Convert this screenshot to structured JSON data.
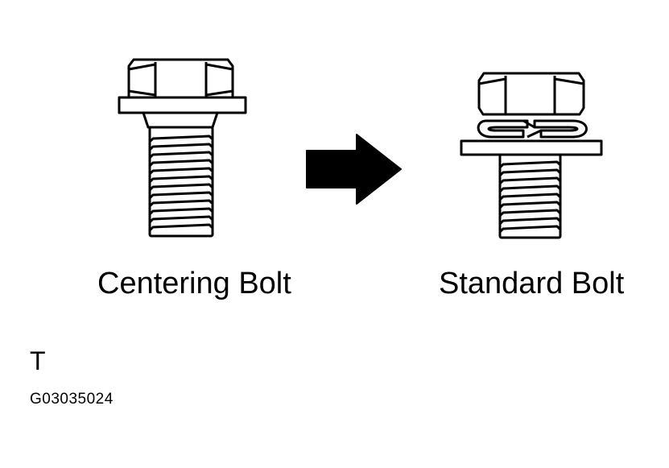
{
  "labels": {
    "left_bolt": "Centering Bolt",
    "right_bolt": "Standard Bolt",
    "marker": "T",
    "figure_id": "G03035024"
  },
  "icons": {
    "left": "flange-bolt-icon",
    "arrow": "arrow-right-icon",
    "right": "bolt-with-washers-icon"
  },
  "colors": {
    "line": "#000000",
    "background": "#ffffff"
  }
}
